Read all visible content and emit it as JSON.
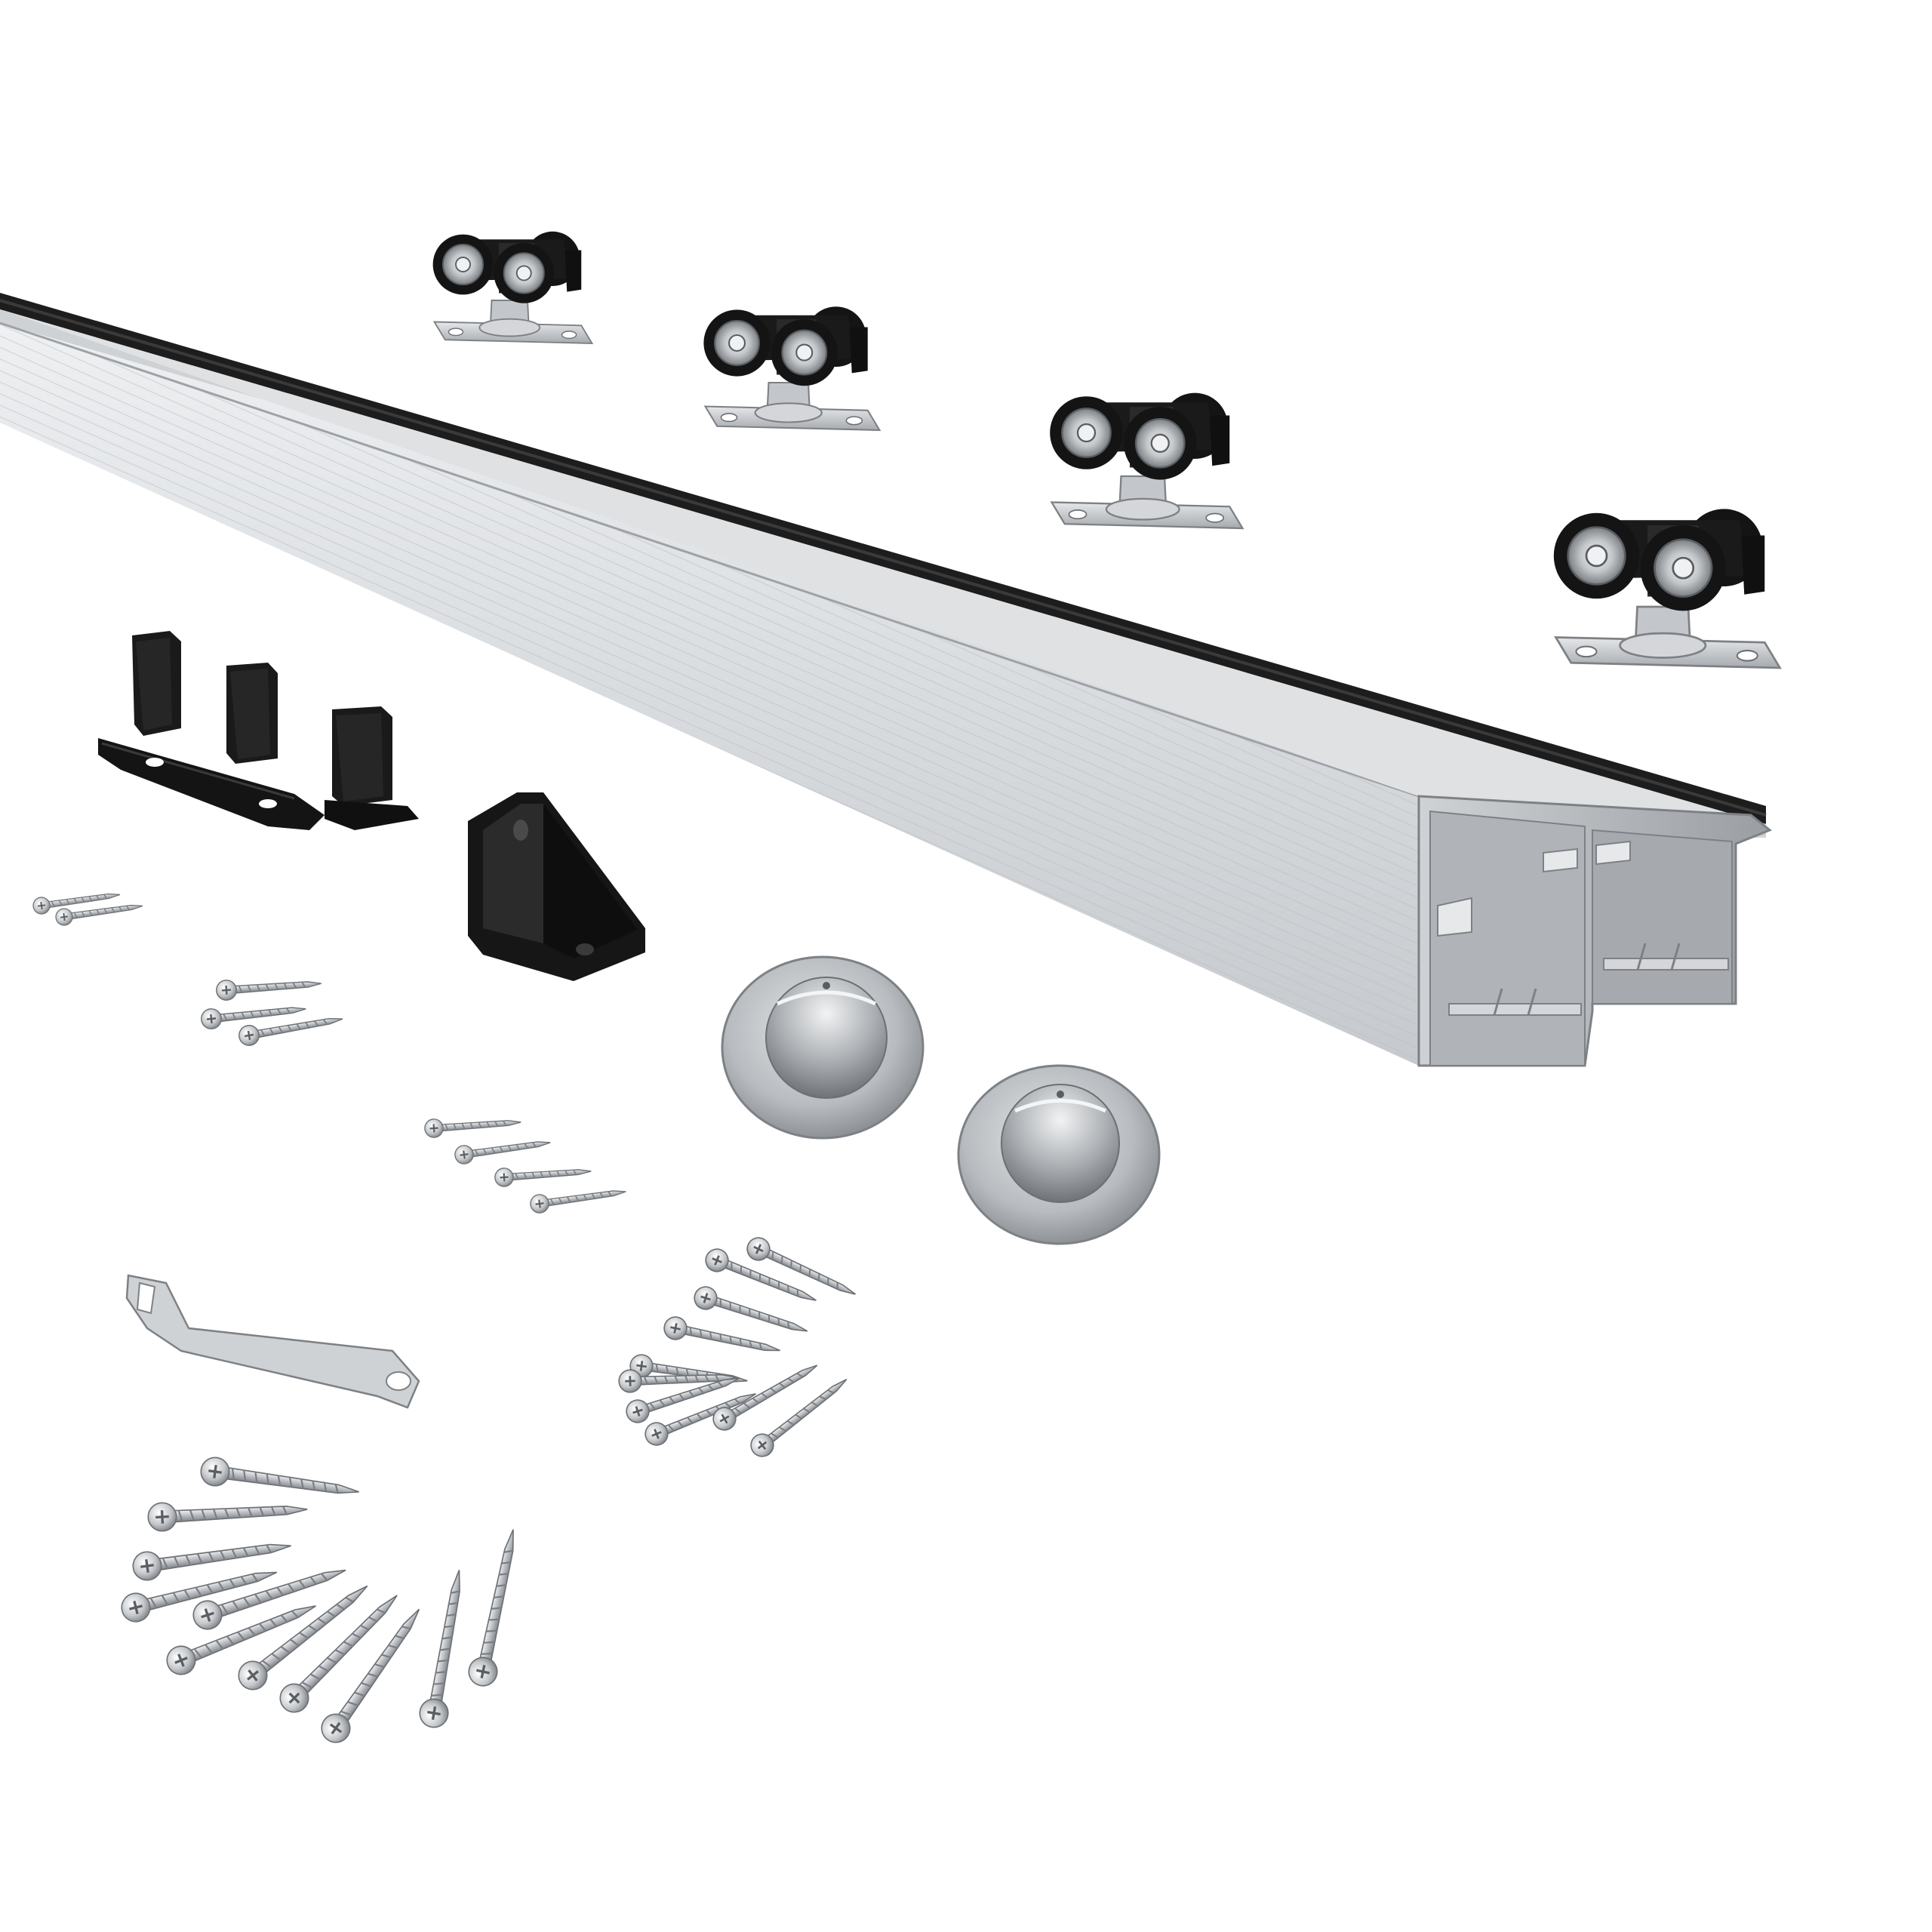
{
  "scene": {
    "background": "#ffffff",
    "colors": {
      "aluminium_light": "#e6e8ea",
      "aluminium_mid": "#c3c6ca",
      "aluminium_dark": "#8f9397",
      "black_plastic": "#141414",
      "black_highlight": "#3a3a3a",
      "steel": "#d4d6d9",
      "steel_dark": "#8a8d91"
    },
    "items": {
      "track": "double-sliding-track-profile",
      "trolleys": 4,
      "floor_guide": 1,
      "door_stop": 1,
      "flush_pulls": 2,
      "spanner": 1,
      "screw_groups": 6
    }
  }
}
